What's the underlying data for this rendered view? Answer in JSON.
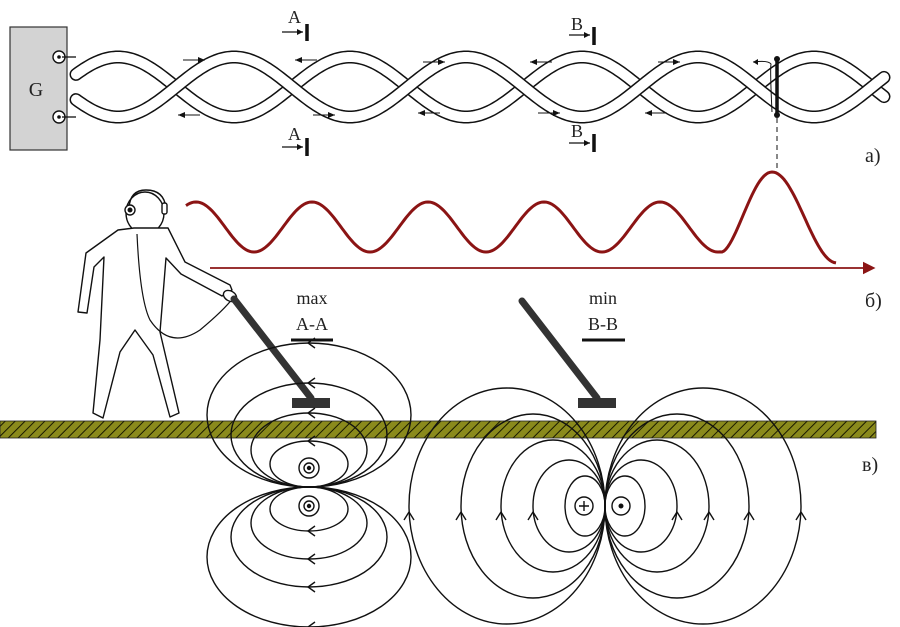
{
  "generator": {
    "label": "G",
    "color": "#d3d3d3"
  },
  "sections": {
    "a_top": "A",
    "a_bottom": "A",
    "b_top": "B",
    "b_bottom": "B"
  },
  "panel_labels": {
    "a": "а)",
    "b": "б)",
    "v": "в)"
  },
  "signal_graph": {
    "color": "#8b1414",
    "description": "Signal strength along the cable; regular peaks at each twist, larger peak at fault location",
    "peaks_regular": 5,
    "fault_peak_relative_height": 1.7
  },
  "position_labels": {
    "left_mode": "max",
    "left_section": "A-A",
    "right_mode": "min",
    "right_section": "B-B"
  },
  "ground": {
    "color": "#8a8a1c"
  },
  "colors": {
    "line": "#111111",
    "probe": "#333333"
  }
}
